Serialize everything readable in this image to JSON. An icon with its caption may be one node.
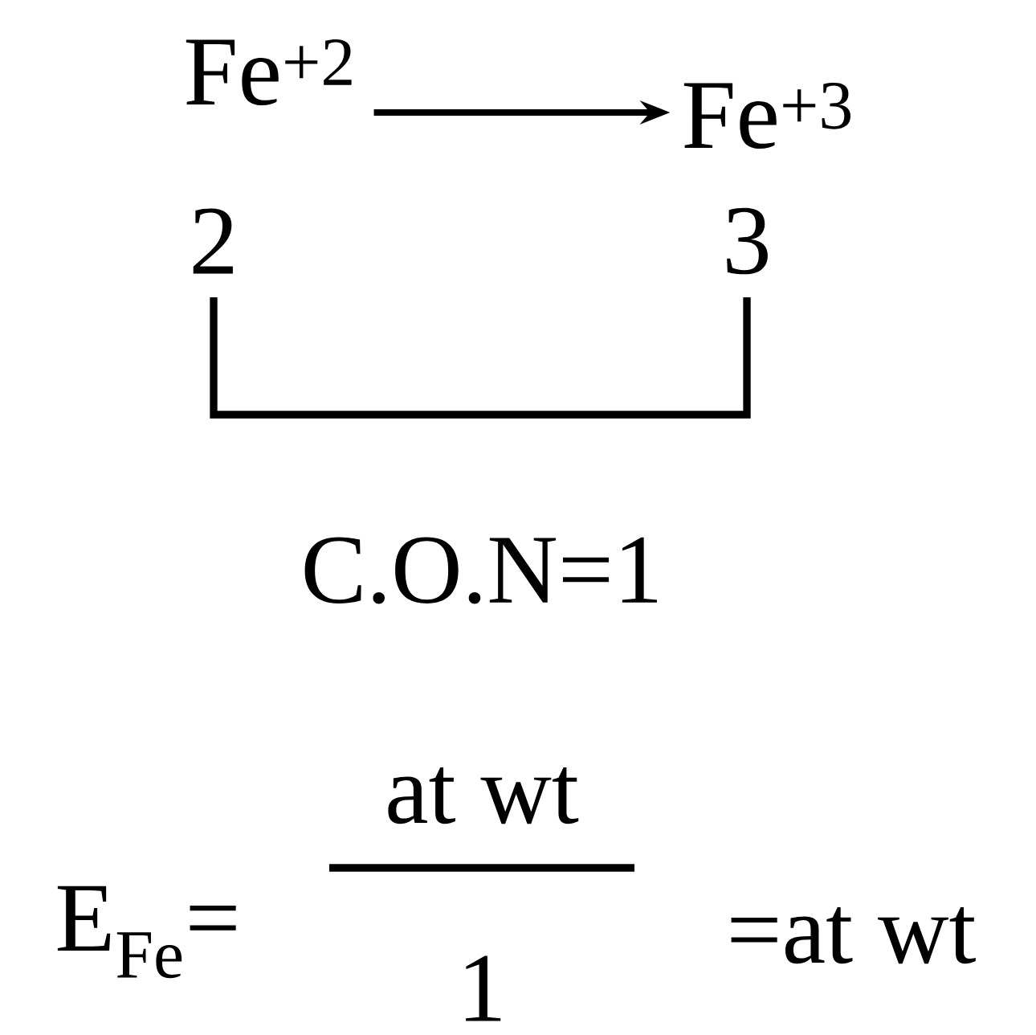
{
  "diagram": {
    "nodes": [
      {
        "text": [
          "Fe$^{+2}$"
        ]
      },
      {
        "text": [
          "Fe$^{+3}$"
        ]
      }
    ],
    "edges": [
      {
        "from": 0,
        "to": 1,
        "arrow": "to"
      }
    ],
    "labels": [
      "2",
      "3",
      "C.O.N=1",
      "E$_{Fe}$=",
      "at wt",
      "1",
      "=at wt"
    ]
  }
}
